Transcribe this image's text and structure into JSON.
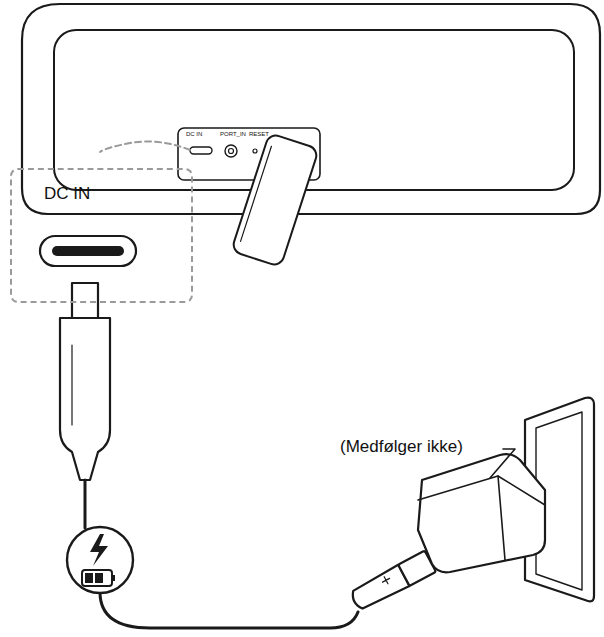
{
  "diagram": {
    "nodes": [
      {
        "text": [
          "DC IN"
        ]
      }
    ],
    "labels": [
      "DC IN",
      "PORT_IN",
      "RESET",
      "(Medfølger ikke)"
    ]
  }
}
